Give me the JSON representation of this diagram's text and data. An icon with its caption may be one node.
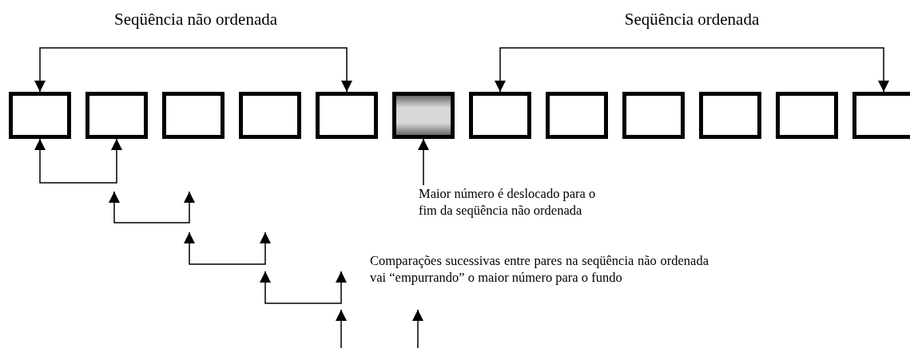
{
  "diagram": {
    "nodes": [
      {
        "text": [],
        "shape": "box"
      },
      {
        "text": [],
        "shape": "box"
      },
      {
        "text": [],
        "shape": "box"
      },
      {
        "text": [],
        "shape": "box"
      },
      {
        "text": [],
        "shape": "box"
      },
      {
        "text": [],
        "shape": "box"
      },
      {
        "text": [],
        "shape": "box"
      },
      {
        "text": [],
        "shape": "box"
      },
      {
        "text": [],
        "shape": "box"
      },
      {
        "text": [],
        "shape": "box"
      },
      {
        "text": [],
        "shape": "box"
      },
      {
        "text": [],
        "shape": "box"
      },
      {
        "text": [
          "Maior número é deslocado para o fim da seqüência não ordenada"
        ]
      }
    ],
    "edges": [
      {
        "from": 0,
        "to": 4,
        "arrow": "both"
      },
      {
        "from": 6,
        "to": 11,
        "arrow": "both"
      },
      {
        "from": 0,
        "to": 1,
        "arrow": "both"
      },
      {
        "from": 12,
        "to": 5,
        "arrow": "to"
      }
    ],
    "labels": [
      "Seqüência não ordenada",
      "Seqüência ordenada",
      "Comparações sucessivas entre pares na seqüência não ordenada vai “empurrando” o maior número para o fundo"
    ]
  }
}
